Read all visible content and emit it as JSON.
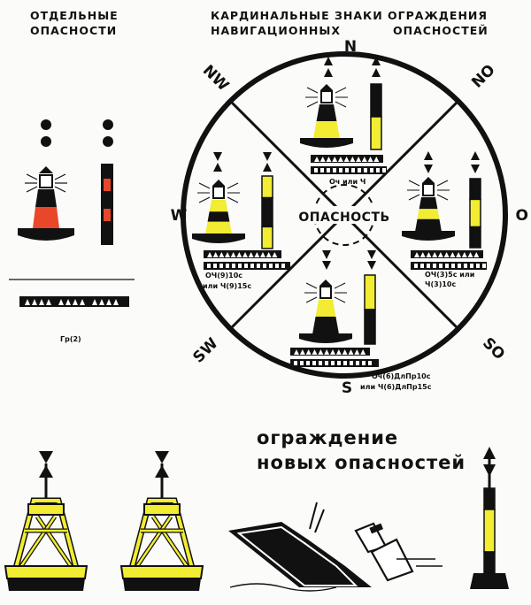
{
  "header": {
    "left_line1": "ОТДЕЛЬНЫЕ",
    "left_line2": "ОПАСНОСТИ",
    "right_line1": "КАРДИНАЛЬНЫЕ ЗНАКИ ОГРАЖДЕНИЯ",
    "right_line2_a": "НАВИГАЦИОННЫХ",
    "right_line2_b": "ОПАСНОСТЕЙ"
  },
  "isolated": {
    "rhythm": "Гр(2)"
  },
  "compass": {
    "N": "N",
    "NO": "NO",
    "O": "O",
    "SO": "SO",
    "S": "S",
    "SW": "SW",
    "W": "W",
    "NW": "NW",
    "center": "ОПАСНОСТЬ"
  },
  "signals": {
    "north": "Оч или Ч",
    "east_1": "ОЧ(3)5с или",
    "east_2": "Ч(3)10с",
    "west_1": "ОЧ(9)10с",
    "west_2": "или Ч(9)15с",
    "south_1": "Оч(6)ДлПр10с",
    "south_2": "или Ч(6)ДлПр15с"
  },
  "bottom": {
    "line1": "ограждение",
    "line2": "новых опасностей"
  },
  "colors": {
    "black": "#111111",
    "yellow": "#f2ec33",
    "red": "#e8472a",
    "paper": "#fbfbf9"
  }
}
